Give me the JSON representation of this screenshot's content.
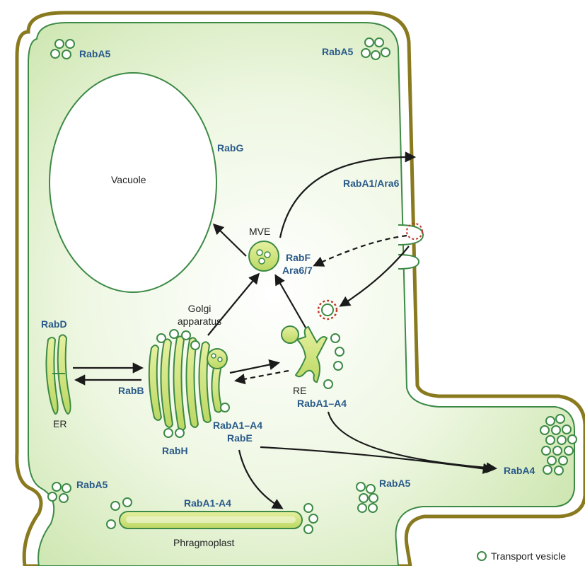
{
  "colors": {
    "cell_wall": "#8a7a1f",
    "cytoplasm": "#dff0c8",
    "membrane": "#3d8a46",
    "organelle": "#cfe37a",
    "rab_text": "#2a5a8a",
    "label_text": "#222222",
    "clathrin": "#c0392b"
  },
  "labels": {
    "vacuole": "Vacuole",
    "mve": "MVE",
    "golgi_line1": "Golgi",
    "golgi_line2": "apparatus",
    "er": "ER",
    "re": "RE",
    "phragmoplast": "Phragmoplast"
  },
  "rabs": {
    "top_left": "RabA5",
    "top_right": "RabA5",
    "vacuole": "RabG",
    "ara6": "RabA1/Ara6",
    "rabf": "RabF",
    "ara67": "Ara6/7",
    "rabd": "RabD",
    "rabb": "RabB",
    "rabh": "RabH",
    "golgi_a1a4": "RabA1–A4",
    "rabe": "RabE",
    "re_a1a4": "RabA1–A4",
    "raba4": "RabA4",
    "bottom_left": "RabA5",
    "bottom_right": "RabA5",
    "phragmo": "RabA1-A4"
  },
  "legend": {
    "transport_vesicle": "Transport vesicle"
  }
}
